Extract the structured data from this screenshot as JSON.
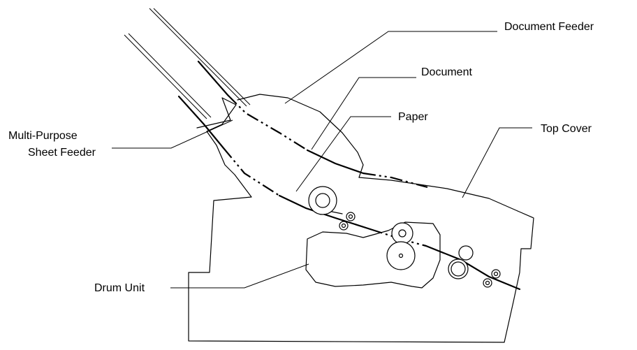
{
  "labels": {
    "document_feeder": "Document Feeder",
    "document": "Document",
    "paper": "Paper",
    "top_cover": "Top Cover",
    "multi_purpose_line1": "Multi-Purpose",
    "multi_purpose_line2": "Sheet Feeder",
    "drum_unit": "Drum Unit"
  }
}
